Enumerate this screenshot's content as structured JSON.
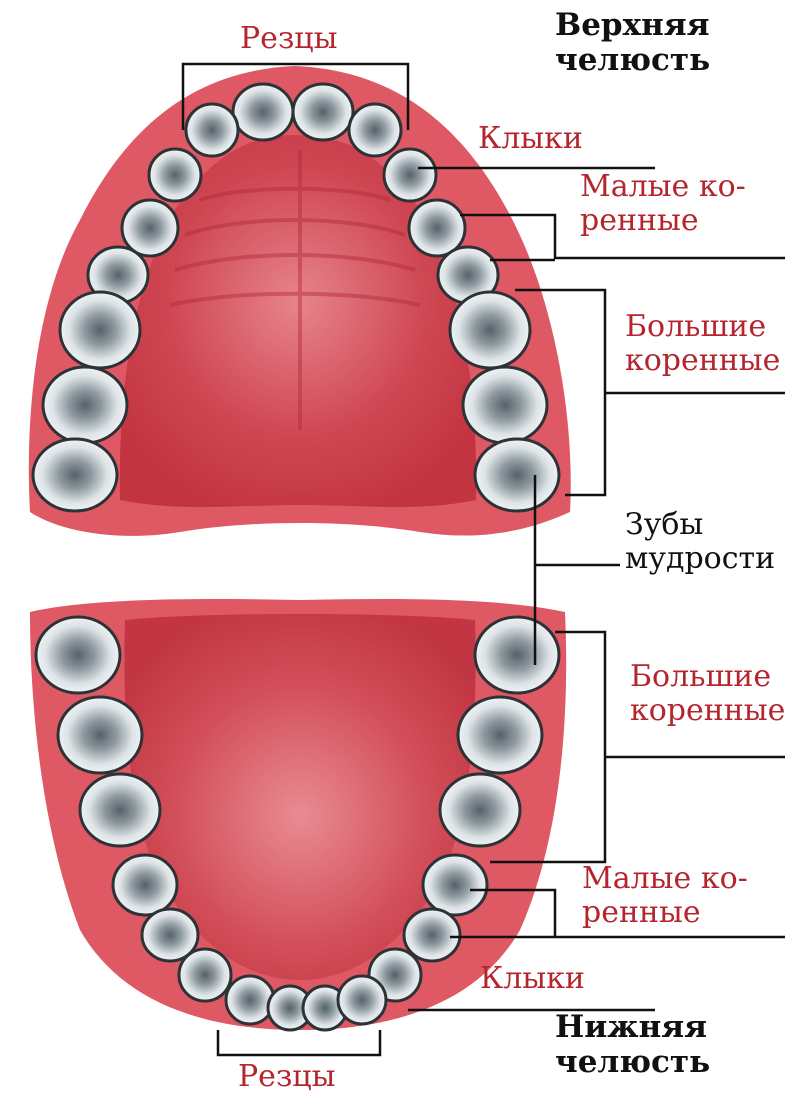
{
  "colors": {
    "gum": "#d9444f",
    "gum_light": "#eea0a6",
    "palate": "#c73a48",
    "tooth": "#eef1f2",
    "tooth_shadow": "#5e6a70",
    "label_red": "#b5252d",
    "label_black": "#111111",
    "leader_line": "#111111"
  },
  "upper_jaw": {
    "title_line1": "Верхняя",
    "title_line2": "челюсть",
    "incisors": "Резцы",
    "canines": "Клыки",
    "premolars_line1": "Малые ко-",
    "premolars_line2": "ренные",
    "molars_line1": "Большие",
    "molars_line2": "коренные"
  },
  "wisdom_teeth": {
    "line1": "Зубы",
    "line2": "мудрости"
  },
  "lower_jaw": {
    "title_line1": "Нижняя",
    "title_line2": "челюсть",
    "incisors": "Резцы",
    "canines": "Клыки",
    "premolars_line1": "Малые ко-",
    "premolars_line2": "ренные",
    "molars_line1": "Большие",
    "molars_line2": "коренные"
  }
}
